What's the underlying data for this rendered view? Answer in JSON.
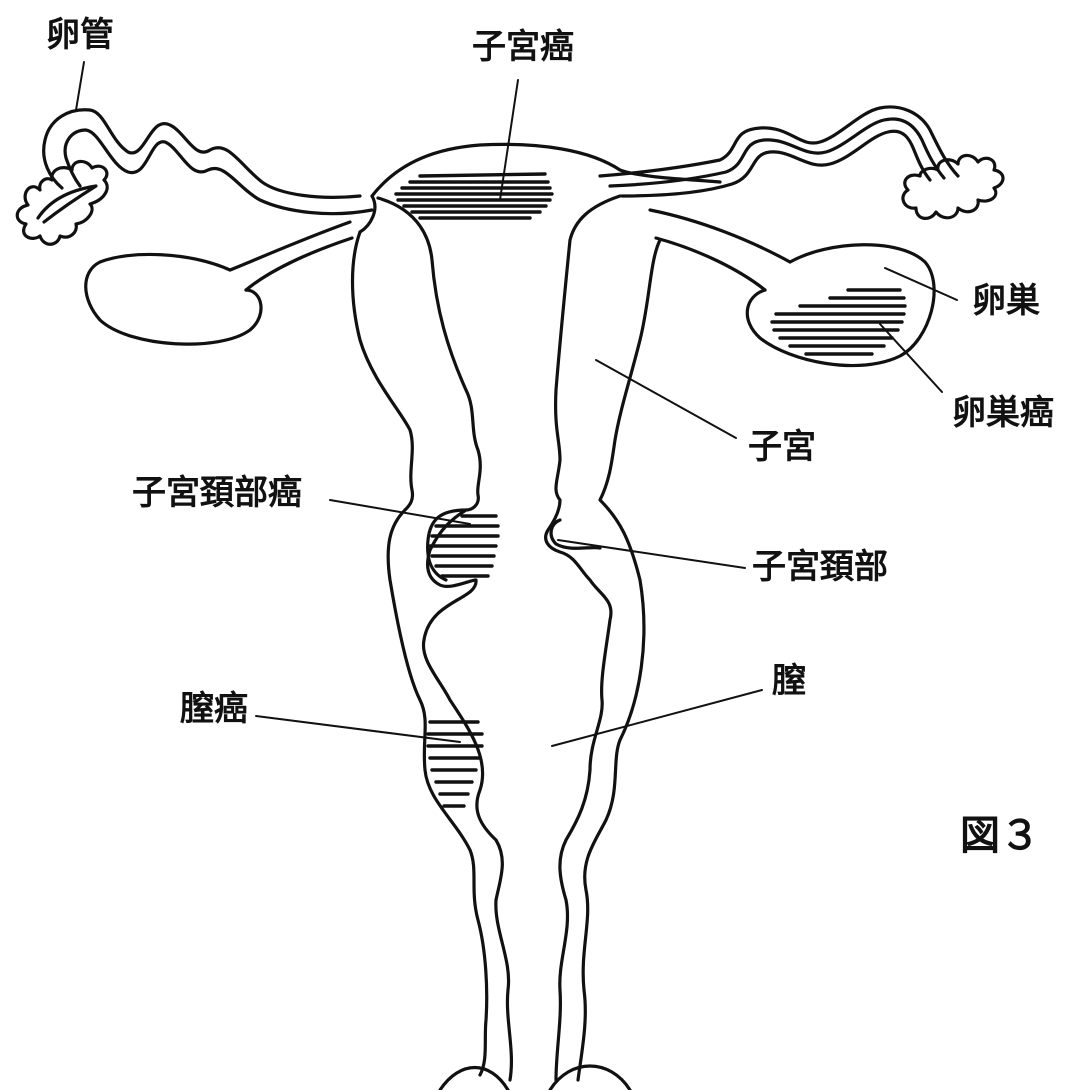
{
  "diagram": {
    "labels": {
      "fallopian_tube": "卵管",
      "uterine_cancer": "子宮癌",
      "ovary": "卵巣",
      "ovarian_cancer": "卵巣癌",
      "uterus": "子宮",
      "cervical_cancer": "子宮頚部癌",
      "cervix": "子宮頚部",
      "vaginal_cancer": "膣癌",
      "vagina": "膣"
    },
    "figure_number": "図３",
    "colors": {
      "line": "#111111",
      "background": "#ffffff"
    }
  }
}
